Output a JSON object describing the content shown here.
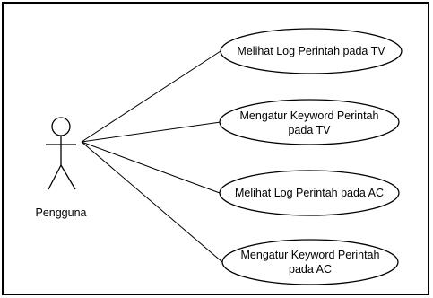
{
  "actor": {
    "name": "Pengguna"
  },
  "use_cases": [
    {
      "lines": [
        "Melihat Log Perintah pada TV"
      ]
    },
    {
      "lines": [
        "Mengatur Keyword Perintah",
        "pada TV"
      ]
    },
    {
      "lines": [
        "Melihat Log Perintah pada AC"
      ]
    },
    {
      "lines": [
        "Mengatur Keyword Perintah",
        "pada AC"
      ]
    }
  ],
  "colors": {
    "line": "#000000",
    "background": "#ffffff"
  }
}
